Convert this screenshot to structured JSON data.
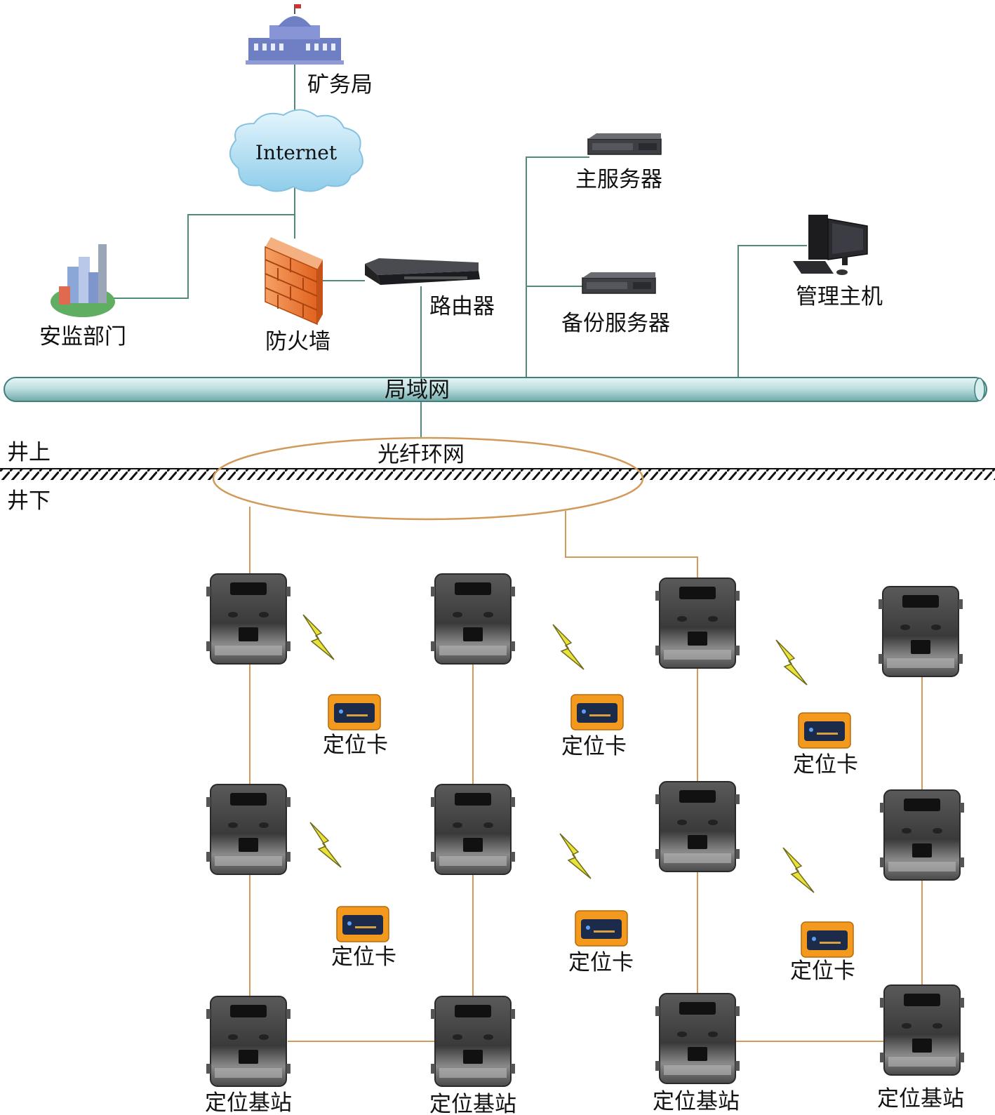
{
  "top": {
    "mining_bureau": "矿务局",
    "internet": "Internet",
    "safety_dept": "安监部门",
    "firewall": "防火墙",
    "router": "路由器",
    "main_server": "主服务器",
    "backup_server": "备份服务器",
    "admin_host": "管理主机",
    "lan": "局域网"
  },
  "ground": {
    "above": "井上",
    "below": "井下",
    "fiber_ring": "光纤环网"
  },
  "underground": {
    "base_station_label": "定位基站",
    "card_label": "定位卡",
    "base_stations": [
      {
        "id": "bs-1-1"
      },
      {
        "id": "bs-1-2"
      },
      {
        "id": "bs-1-3"
      },
      {
        "id": "bs-1-4"
      },
      {
        "id": "bs-2-1"
      },
      {
        "id": "bs-2-2"
      },
      {
        "id": "bs-2-3"
      },
      {
        "id": "bs-2-4"
      },
      {
        "id": "bs-3-1"
      },
      {
        "id": "bs-3-2"
      },
      {
        "id": "bs-3-3"
      },
      {
        "id": "bs-3-4"
      }
    ],
    "bottom_labels": [
      "定位基站",
      "定位基站",
      "定位基站",
      "定位基站"
    ],
    "cards": [
      "定位卡",
      "定位卡",
      "定位卡",
      "定位卡",
      "定位卡",
      "定位卡"
    ]
  },
  "colors": {
    "lan_pipe": "#bfe0e2",
    "lan_pipe_edge": "#3f7f7c",
    "network_wire": "#4f8a7a",
    "fiber_wire": "#d19a5a",
    "firewall_orange": "#f07a33",
    "cloud": "#a9d8f0",
    "lightning": "#e8e23a",
    "card_orange": "#f39a1e"
  }
}
